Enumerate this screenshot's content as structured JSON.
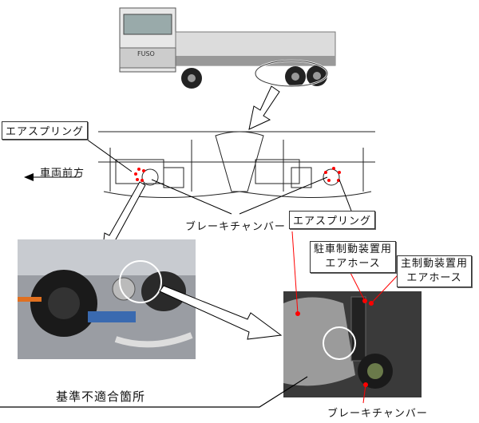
{
  "truck": {
    "brand": "FUSO"
  },
  "labels": {
    "air_spring_left": "エアスプリング",
    "vehicle_front": "車両前方",
    "brake_chamber_top": "ブレーキチャンバー",
    "air_spring_right": "エアスプリング",
    "parking_brake_hose_line1": "駐車制動装置用",
    "parking_brake_hose_line2": "エアホース",
    "service_brake_hose_line1": "主制動装置用",
    "service_brake_hose_line2": "エアホース",
    "nonconforming_location": "基準不適合箇所",
    "brake_chamber_bottom": "ブレーキチャンバー"
  },
  "colors": {
    "highlight": "#ff0000",
    "leader": "#000000"
  }
}
